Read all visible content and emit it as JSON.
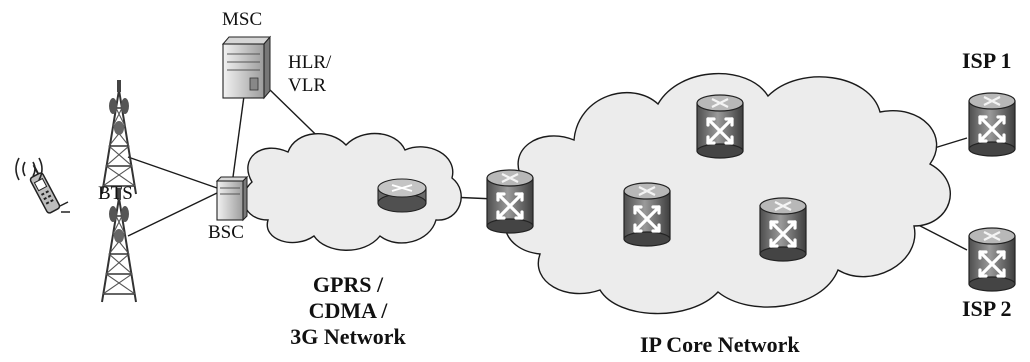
{
  "labels": {
    "msc": "MSC",
    "hlr_vlr_line1": "HLR/",
    "hlr_vlr_line2": "VLR",
    "bts": "BTS",
    "bsc": "BSC",
    "isp1": "ISP 1",
    "isp2": "ISP 2",
    "wireless_network": [
      "GPRS /",
      "CDMA /",
      "3G Network"
    ],
    "ip_core": "IP Core Network"
  },
  "icons": {
    "mobile_phone": "mobile-phone-icon",
    "tower": "cell-tower-icon",
    "server": "server-icon",
    "router": "router-icon",
    "switch": "switch-router-icon"
  },
  "colors": {
    "cloud_fill": "#ececec",
    "cloud_stroke": "#1a1a1a",
    "device_dark": "#6e6e6e",
    "device_light": "#bdbdbd",
    "line": "#1a1a1a"
  }
}
